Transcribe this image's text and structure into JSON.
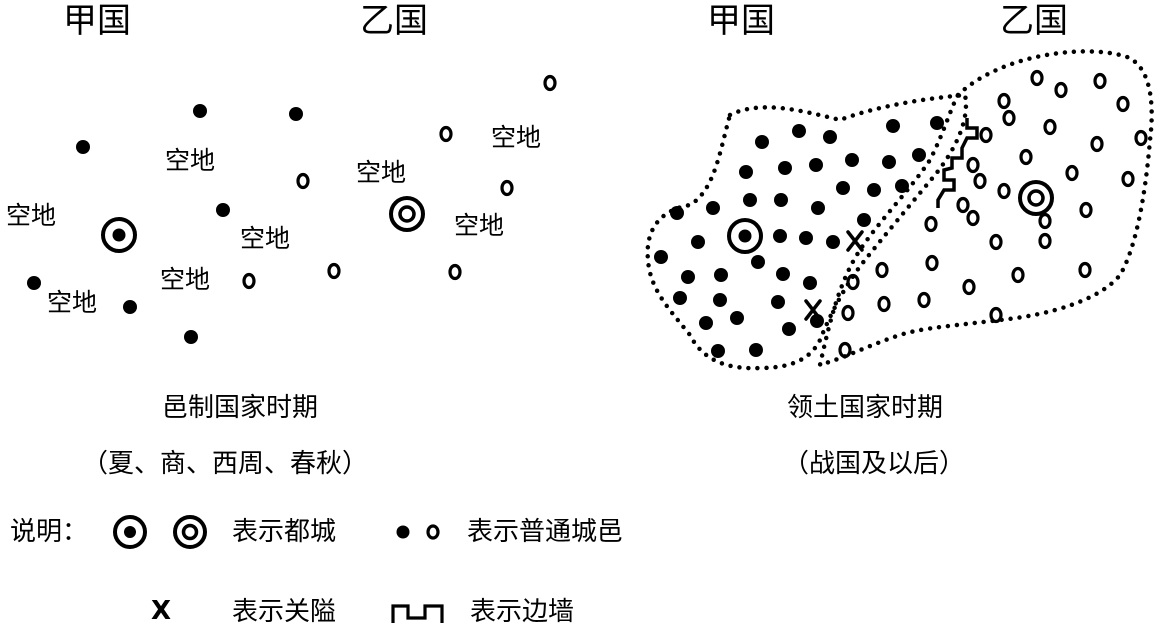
{
  "left_panel": {
    "state_a": "甲国",
    "state_b": "乙国",
    "void_label": "空地",
    "caption": "邑制国家时期",
    "subcaption": "（夏、商、西周、春秋）"
  },
  "right_panel": {
    "state_a": "甲国",
    "state_b": "乙国",
    "caption": "领土国家时期",
    "subcaption": "（战国及以后）"
  },
  "legend": {
    "prefix": "说明：",
    "capital_text": "表示都城",
    "city_text": "表示普通城邑",
    "pass_symbol": "X",
    "pass_text": "表示关隘",
    "wall_text": "表示边墙"
  }
}
